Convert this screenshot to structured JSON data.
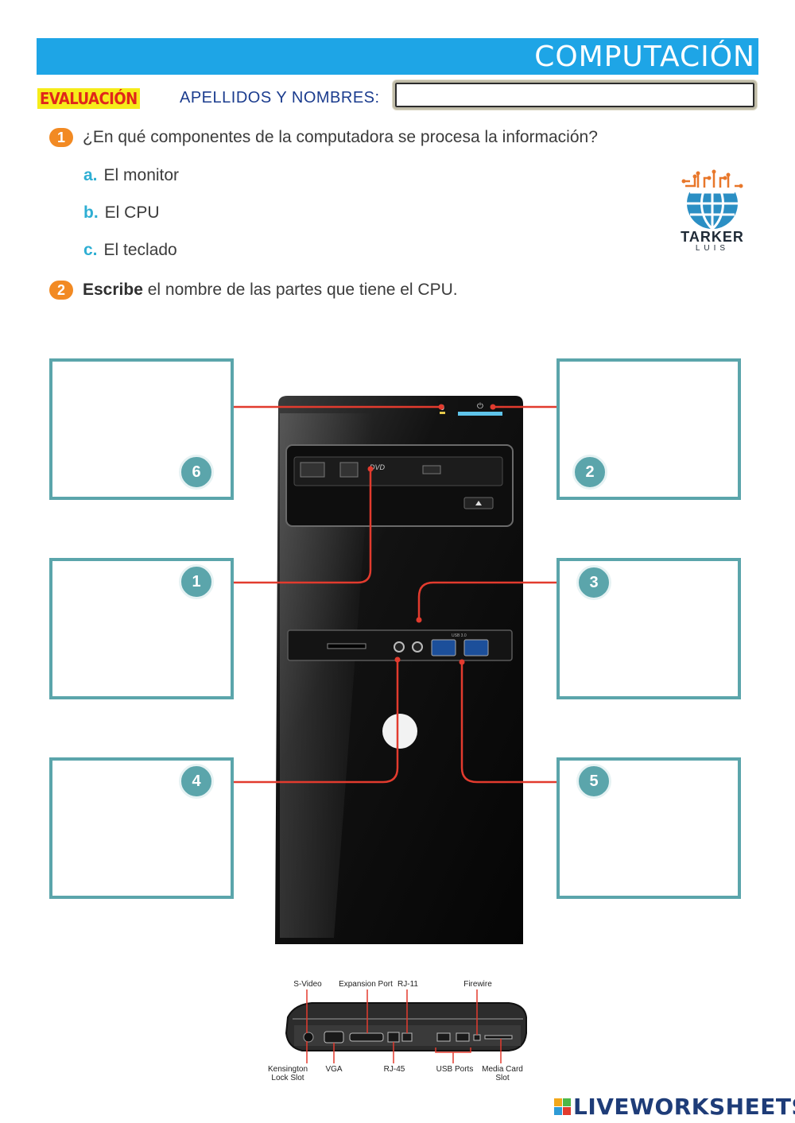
{
  "header": {
    "title": "COMPUTACIÓN"
  },
  "evaluation": {
    "label": "EVALUACIÓN",
    "name_label": "APELLIDOS Y NOMBRES:",
    "name_value": ""
  },
  "question1": {
    "number": "1",
    "text": "¿En qué componentes de la computadora se procesa la información?",
    "options": [
      {
        "letter": "a.",
        "text": "El monitor"
      },
      {
        "letter": "b.",
        "text": "El CPU"
      },
      {
        "letter": "c.",
        "text": "El teclado"
      }
    ]
  },
  "question2": {
    "number": "2",
    "bold": "Escribe",
    "text": " el nombre de las partes que tiene el CPU."
  },
  "logo": {
    "name": "TARKER",
    "sub": "LUIS"
  },
  "answer_boxes": [
    {
      "number": "6",
      "value": ""
    },
    {
      "number": "2",
      "value": ""
    },
    {
      "number": "1",
      "value": ""
    },
    {
      "number": "3",
      "value": ""
    },
    {
      "number": "4",
      "value": ""
    },
    {
      "number": "5",
      "value": ""
    }
  ],
  "laptop_labels": {
    "svideo": "S-Video",
    "expansion": "Expansion Port",
    "rj11": "RJ-11",
    "firewire": "Firewire",
    "kensington": "Kensington\nLock Slot",
    "vga": "VGA",
    "rj45": "RJ-45",
    "usb": "USB Ports",
    "media": "Media Card\nSlot"
  },
  "cpu_labels": {
    "dvd": "DVD",
    "usb": "USB 3.0"
  },
  "footer": {
    "brand": "LIVEWORKSHEETS"
  },
  "colors": {
    "banner": "#1ea5e6",
    "accent_orange": "#f28a23",
    "box_teal": "#5ba5ab",
    "connector_red": "#e23b2e"
  }
}
